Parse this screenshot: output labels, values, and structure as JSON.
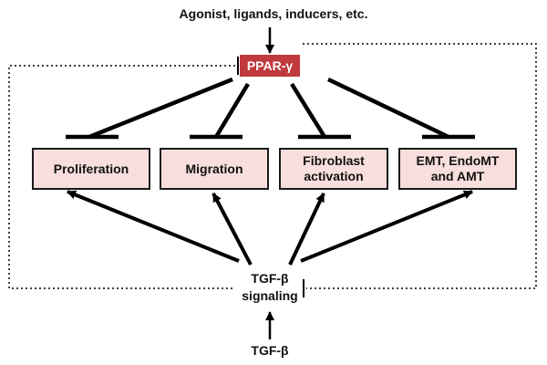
{
  "diagram": {
    "top_label": "Agonist, ligands, inducers, etc.",
    "ppar": "PPAR-γ",
    "targets": [
      {
        "label": "Proliferation"
      },
      {
        "label": "Migration"
      },
      {
        "label": "Fibroblast\nactivation"
      },
      {
        "label": "EMT, EndoMT\nand AMT"
      }
    ],
    "signaling": "TGF-β\nsignaling",
    "bottom_label": "TGF-β",
    "colors": {
      "ppar_fill": "#c0393d",
      "box_fill": "#f8dedd",
      "line": "#000000"
    }
  }
}
